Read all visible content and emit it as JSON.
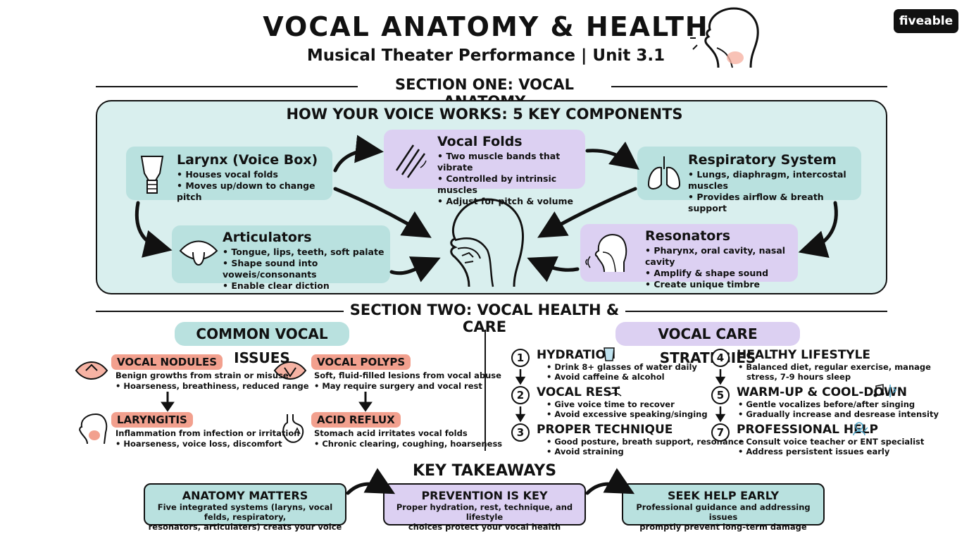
{
  "header": {
    "title": "VOCAL ANATOMY & HEALTH",
    "subtitle": "Musical Theater Performance | Unit 3.1",
    "brand": "fiveable"
  },
  "section_one": {
    "title": "SECTION ONE: VOCAL ANATOMY",
    "panel_title": "HOW YOUR VOICE WORKS: 5 KEY COMPONENTS",
    "components": [
      {
        "name": "Larynx (Voice Box)",
        "points": [
          "Houses vocal folds",
          "Moves up/down to change pitch"
        ]
      },
      {
        "name": "Vocal Folds",
        "points": [
          "Two muscle bands that vibrate",
          "Controlled by intrinsic muscles",
          "Adjust for pitch & volume"
        ]
      },
      {
        "name": "Respiratory System",
        "points": [
          "Lungs, diaphragm, intercostal muscles",
          "Provides airflow & breath support"
        ]
      },
      {
        "name": "Articulators",
        "points": [
          "Tongue, lips, teeth, soft palate",
          "Shape sound into voweis/consonants",
          "Enable clear diction"
        ]
      },
      {
        "name": "Resonators",
        "points": [
          "Pharynx, oral cavity, nasal cavity",
          "Amplify & shape sound",
          "Create unique timbre"
        ]
      }
    ]
  },
  "section_two": {
    "title": "SECTION TWO: VOCAL HEALTH & CARE",
    "issues_title": "COMMON VOCAL ISSUES",
    "issues": [
      {
        "name": "VOCAL NODULES",
        "desc": "Benign growths from strain or misuse",
        "symptom": "Hoarseness, breathiness, reduced range"
      },
      {
        "name": "VOCAL POLYPS",
        "desc": "Soft, fluid-filled lesions from vocal abuse",
        "symptom": "May require surgery and vocal rest"
      },
      {
        "name": "LARYNGITIS",
        "desc": "Inflammation from infection or irritation",
        "symptom": "Hoarseness, voice loss, discomfort"
      },
      {
        "name": "ACID REFLUX",
        "desc": "Stomach acid irritates vocal folds",
        "symptom": "Chronic clearing, coughing, hoarseness"
      }
    ],
    "care_title": "VOCAL CARE STRATEGIES",
    "strategies": [
      {
        "num": "1",
        "name": "HYDRATION",
        "points": [
          "Drink 8+ glasses of water daily",
          "Avoid caffeine & alcohol"
        ]
      },
      {
        "num": "2",
        "name": "VOCAL REST",
        "points": [
          "Give voice time to recover",
          "Avoid excessive speaking/singing"
        ]
      },
      {
        "num": "3",
        "name": "PROPER TECHNIQUE",
        "points": [
          "Good posture, breath support, resonance",
          "Avoid straining"
        ]
      },
      {
        "num": "4",
        "name": "HEALTHY LIFESTYLE",
        "points": [
          "Balanced diet, regular exercise, manage",
          "stress, 7-9 hours sleep"
        ]
      },
      {
        "num": "5",
        "name": "WARM-UP & COOL-DOWN",
        "points": [
          "Gentle vocalizes before/after singing",
          "Gradually increase and desrease intensity"
        ]
      },
      {
        "num": "7",
        "name": "PROFESSIONAL HELP",
        "points": [
          "Consult voice teacher or ENT specialist",
          "Address persistent issues early"
        ]
      }
    ]
  },
  "takeaways": {
    "title": "KEY TAKEAWAYS",
    "items": [
      {
        "title": "ANATOMY MATTERS",
        "lines": [
          "Five integrated systems (laryns, vocal felds, respiratory,",
          "resonators, articulaters) creats your voice"
        ]
      },
      {
        "title": "PREVENTION IS KEY",
        "lines": [
          "Proper hydration, rest, technique, and lifestyle",
          "choices protect your vocal health"
        ]
      },
      {
        "title": "SEEK HELP EARLY",
        "lines": [
          "Professional guidance and addressing issues",
          "promptly prevent long-term damage"
        ]
      }
    ]
  },
  "colors": {
    "teal": "#b9e1df",
    "purple": "#dcd0f2",
    "coral": "#f2a08e",
    "panel": "#d9efee"
  }
}
